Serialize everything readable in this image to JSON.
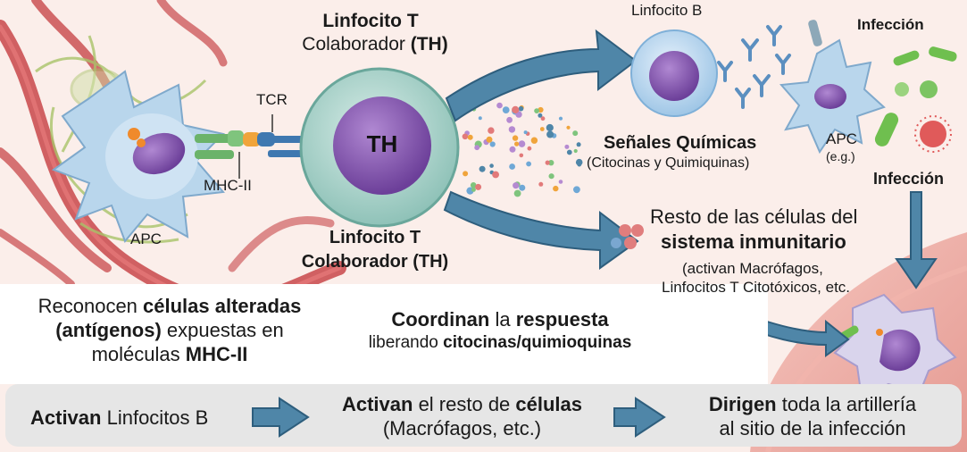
{
  "top": {
    "th_title_line1": "Linfocito T",
    "th_title_line2_normal": "Colaborador ",
    "th_title_line2_bold": "(TH)",
    "th_cell_label": "TH",
    "tcr_label": "TCR",
    "mhc_label": "MHC-II",
    "apc_label": "APC",
    "th_bottom_line1": "Linfocito T",
    "th_bottom_line2": "Colaborador (TH)",
    "b_cell_label": "Linfocito B",
    "infection_top": "Infección",
    "apc_right_line1": "APC",
    "apc_right_line2": "(e.g.)",
    "infection_right": "Infección",
    "signals_title": "Señales Químicas",
    "signals_sub": "(Citocinas y Quimiquinas)",
    "rest_line1": "Resto de las células del",
    "rest_line2": "sistema inmunitario",
    "rest_line3": "(activan Macrófagos,",
    "rest_line4": "Linfocitos T Citotóxicos, etc."
  },
  "middle": {
    "left_line1_normal": "Reconocen ",
    "left_line1_bold": "células alteradas",
    "left_line2_bold": "(antígenos)",
    "left_line2_normal": " expuestas en",
    "left_line3_normal": "moléculas ",
    "left_line3_bold": "MHC-II",
    "center_line1_bold_a": "Coordinan",
    "center_line1_normal": " la ",
    "center_line1_bold_b": "respuesta",
    "center_line2_normal": "liberando ",
    "center_line2_bold": "citocinas/quimioquinas"
  },
  "bottom": {
    "step1_bold": "Activan",
    "step1_normal": " Linfocitos B",
    "step2_bold_a": "Activan",
    "step2_normal": " el resto de ",
    "step2_bold_b": "células",
    "step2_line2": "(Macrófagos, etc.)",
    "step3_bold": "Dirigen",
    "step3_normal": " toda la artillería",
    "step3_line2": "al sitio de la infección"
  },
  "colors": {
    "arrow_blue": "#4f86a8",
    "vessel_red": "#c8474a",
    "th_cell_fill": "#a9d4cc",
    "nucleus_purple": "#8e62b8",
    "b_cell_fill": "#c7def2",
    "apc_fill": "#b9d6ec"
  }
}
